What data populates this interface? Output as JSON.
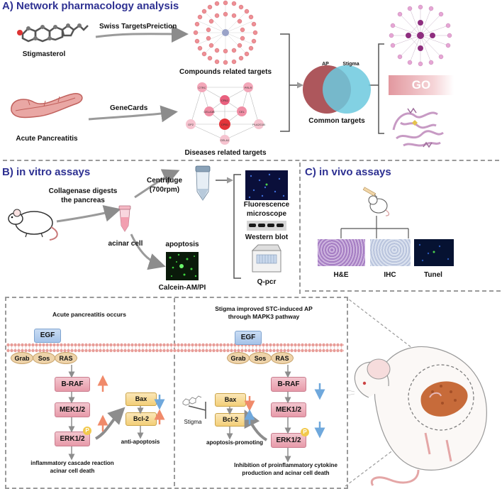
{
  "section_a": {
    "title": "A) Network pharmacology analysis",
    "stigmasterol": "Stigmasterol",
    "acute_pancreatitis": "Acute Pancreatitis",
    "swiss": "Swiss TargetsPreiction",
    "genecards": "GeneCards",
    "compounds_targets": "Compounds related targets",
    "diseases_targets": "Diseases related targets",
    "venn_ap": "AP",
    "venn_stigma": "Stigma",
    "common_targets": "Common targets",
    "go": "GO",
    "ppi_nodes": [
      "CTRC",
      "PRLR",
      "CPA1",
      "CELA3B",
      "CEL",
      "GP2",
      "PLA2G1B",
      "CELA1",
      "CPB1"
    ]
  },
  "section_b": {
    "title": "B) in vitro assays",
    "collagenase_line1": "Collagenase digests",
    "collagenase_line2": "the pancreas",
    "centrifuge_line1": "Centrifuge",
    "centrifuge_line2": "(700rpm)",
    "acinar": "acinar cell",
    "apoptosis": "apoptosis",
    "calcein": "Calcein-AM/PI",
    "fluorescence_line1": "Fluorescence",
    "fluorescence_line2": "microscope",
    "western": "Western blot",
    "qpcr": "Q-pcr"
  },
  "section_c": {
    "title": "C) in vivo assays",
    "he": "H&E",
    "ihc": "IHC",
    "tunel": "Tunel"
  },
  "pathway_left": {
    "title": "Acute pancreatitis occurs",
    "egf": "EGF",
    "grab": "Grab",
    "sos": "Sos",
    "ras": "RAS",
    "braf": "B-RAF",
    "mek": "MEK1/2",
    "erk": "ERK1/2",
    "p": "P",
    "bax": "Bax",
    "bcl2": "Bcl-2",
    "anti_apoptosis": "anti-apoptosis",
    "outcome_line1": "inflammatory cascade reaction",
    "outcome_line2": "acinar cell death"
  },
  "pathway_right": {
    "title_line1": "Stigma improved STC-induced AP",
    "title_line2": "through MAPK3 pathway",
    "egf": "EGF",
    "grab": "Grab",
    "sos": "Sos",
    "ras": "RAS",
    "braf": "B-RAF",
    "mek": "MEK1/2",
    "erk": "ERK1/2",
    "p": "P",
    "bax": "Bax",
    "bcl2": "Bcl-2",
    "stigma": "Stigma",
    "apoptosis_promoting": "apoptosis-promoting",
    "outcome_line1": "Inhibition of proinflammatory cytokine",
    "outcome_line2": "production and acinar cell death"
  },
  "colors": {
    "title": "#2e3192",
    "up_arrow": "#f08a6a",
    "down_arrow": "#6fa8dc",
    "venn_left": "#a94e53",
    "venn_right": "#6cc9de"
  }
}
